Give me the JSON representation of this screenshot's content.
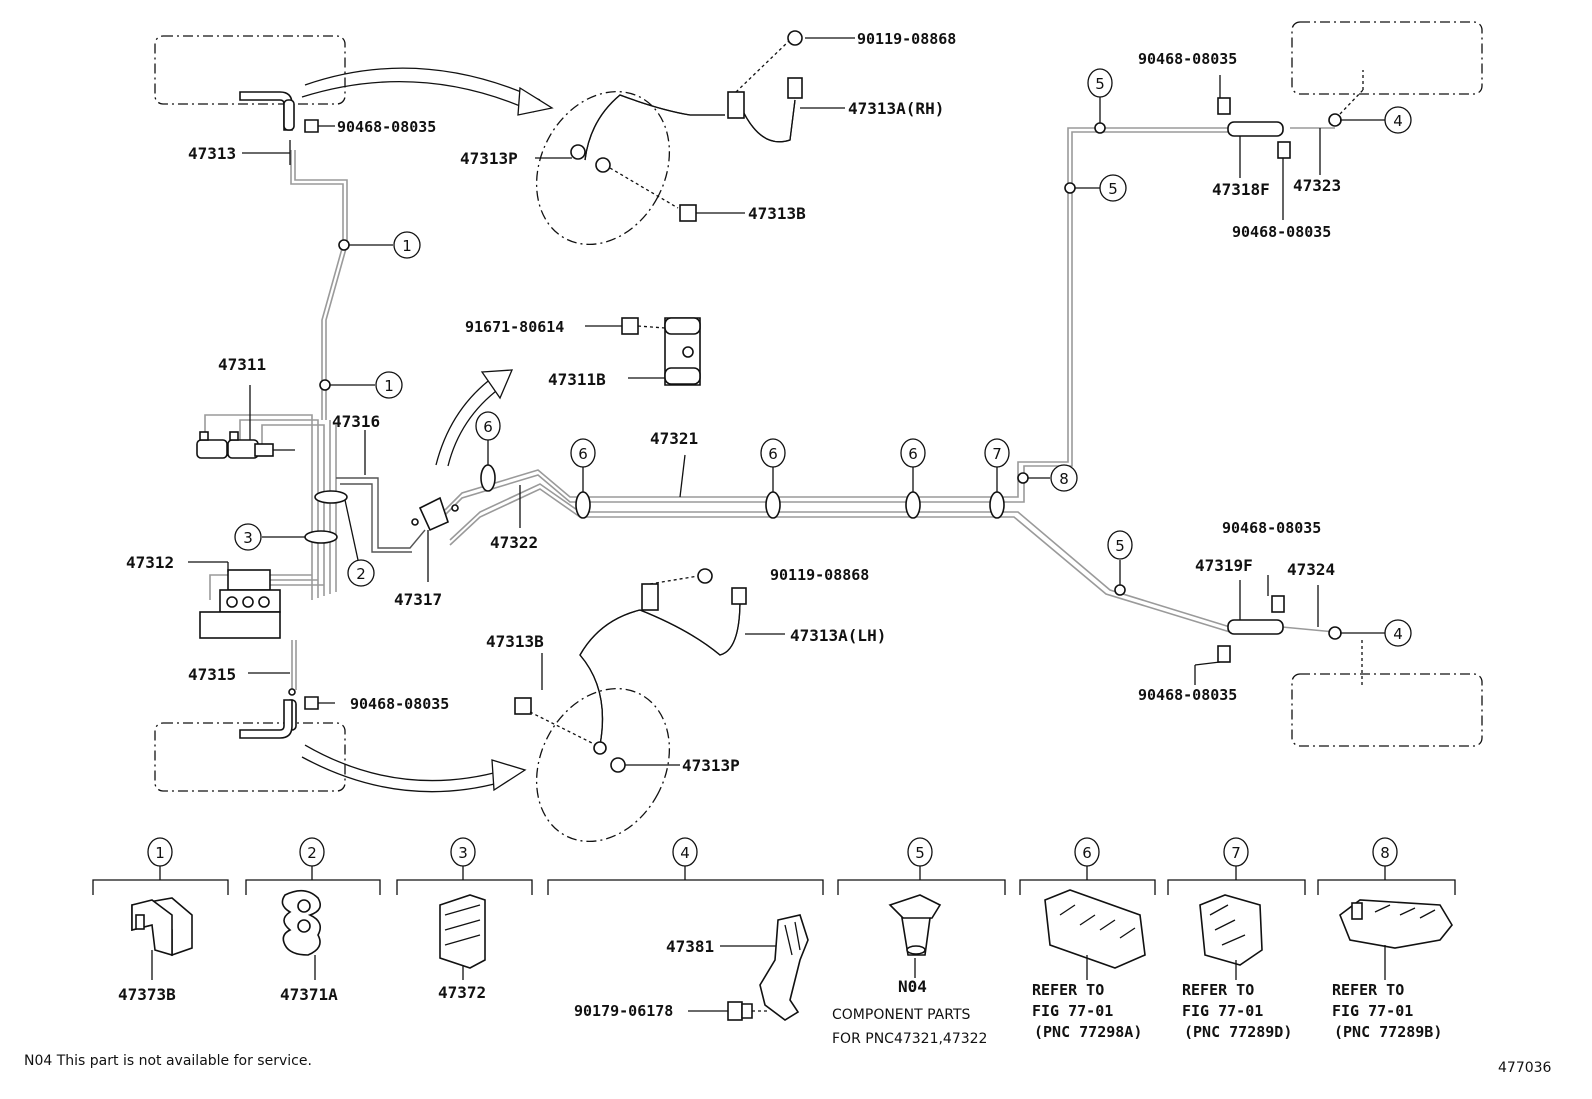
{
  "labels": {
    "p90119_top": "90119-08868",
    "p47313A_rh": "47313A(RH)",
    "p47313P_top": "47313P",
    "p47313B_top": "47313B",
    "p90468_a": "90468-08035",
    "p47313": "47313",
    "p91671": "91671-80614",
    "p47311B": "47311B",
    "p47311": "47311",
    "p47316": "47316",
    "p47321": "47321",
    "p47322": "47322",
    "p47317": "47317",
    "p47312": "47312",
    "p47315": "47315",
    "p90468_b": "90468-08035",
    "p90119_bot": "90119-08868",
    "p47313A_lh": "47313A(LH)",
    "p47313B_bot": "47313B",
    "p47313P_bot": "47313P",
    "p90468_c": "90468-08035",
    "p47318F": "47318F",
    "p47323": "47323",
    "p90468_d": "90468-08035",
    "p90468_e": "90468-08035",
    "p47319F": "47319F",
    "p47324": "47324",
    "p90468_f": "90468-08035"
  },
  "callouts": [
    "1",
    "2",
    "3",
    "4",
    "5",
    "6",
    "7",
    "8"
  ],
  "legend": {
    "c1_part": "47373B",
    "c2_part": "47371A",
    "c3_part": "47372",
    "c4_part_a": "47381",
    "c4_part_b": "90179-06178",
    "c5_part": "N04",
    "c5_note_1": "COMPONENT PARTS",
    "c5_note_2": "FOR PNC47321,47322",
    "c6_ref_1": "REFER TO",
    "c6_ref_2": "FIG 77-01",
    "c6_ref_3": "(PNC 77298A)",
    "c7_ref_1": "REFER TO",
    "c7_ref_2": "FIG 77-01",
    "c7_ref_3": "(PNC 77289D)",
    "c8_ref_1": "REFER TO",
    "c8_ref_2": "FIG 77-01",
    "c8_ref_3": "(PNC 77289B)"
  },
  "footer": {
    "note": "N04 This part is not available for service.",
    "figure_id": "477036"
  }
}
